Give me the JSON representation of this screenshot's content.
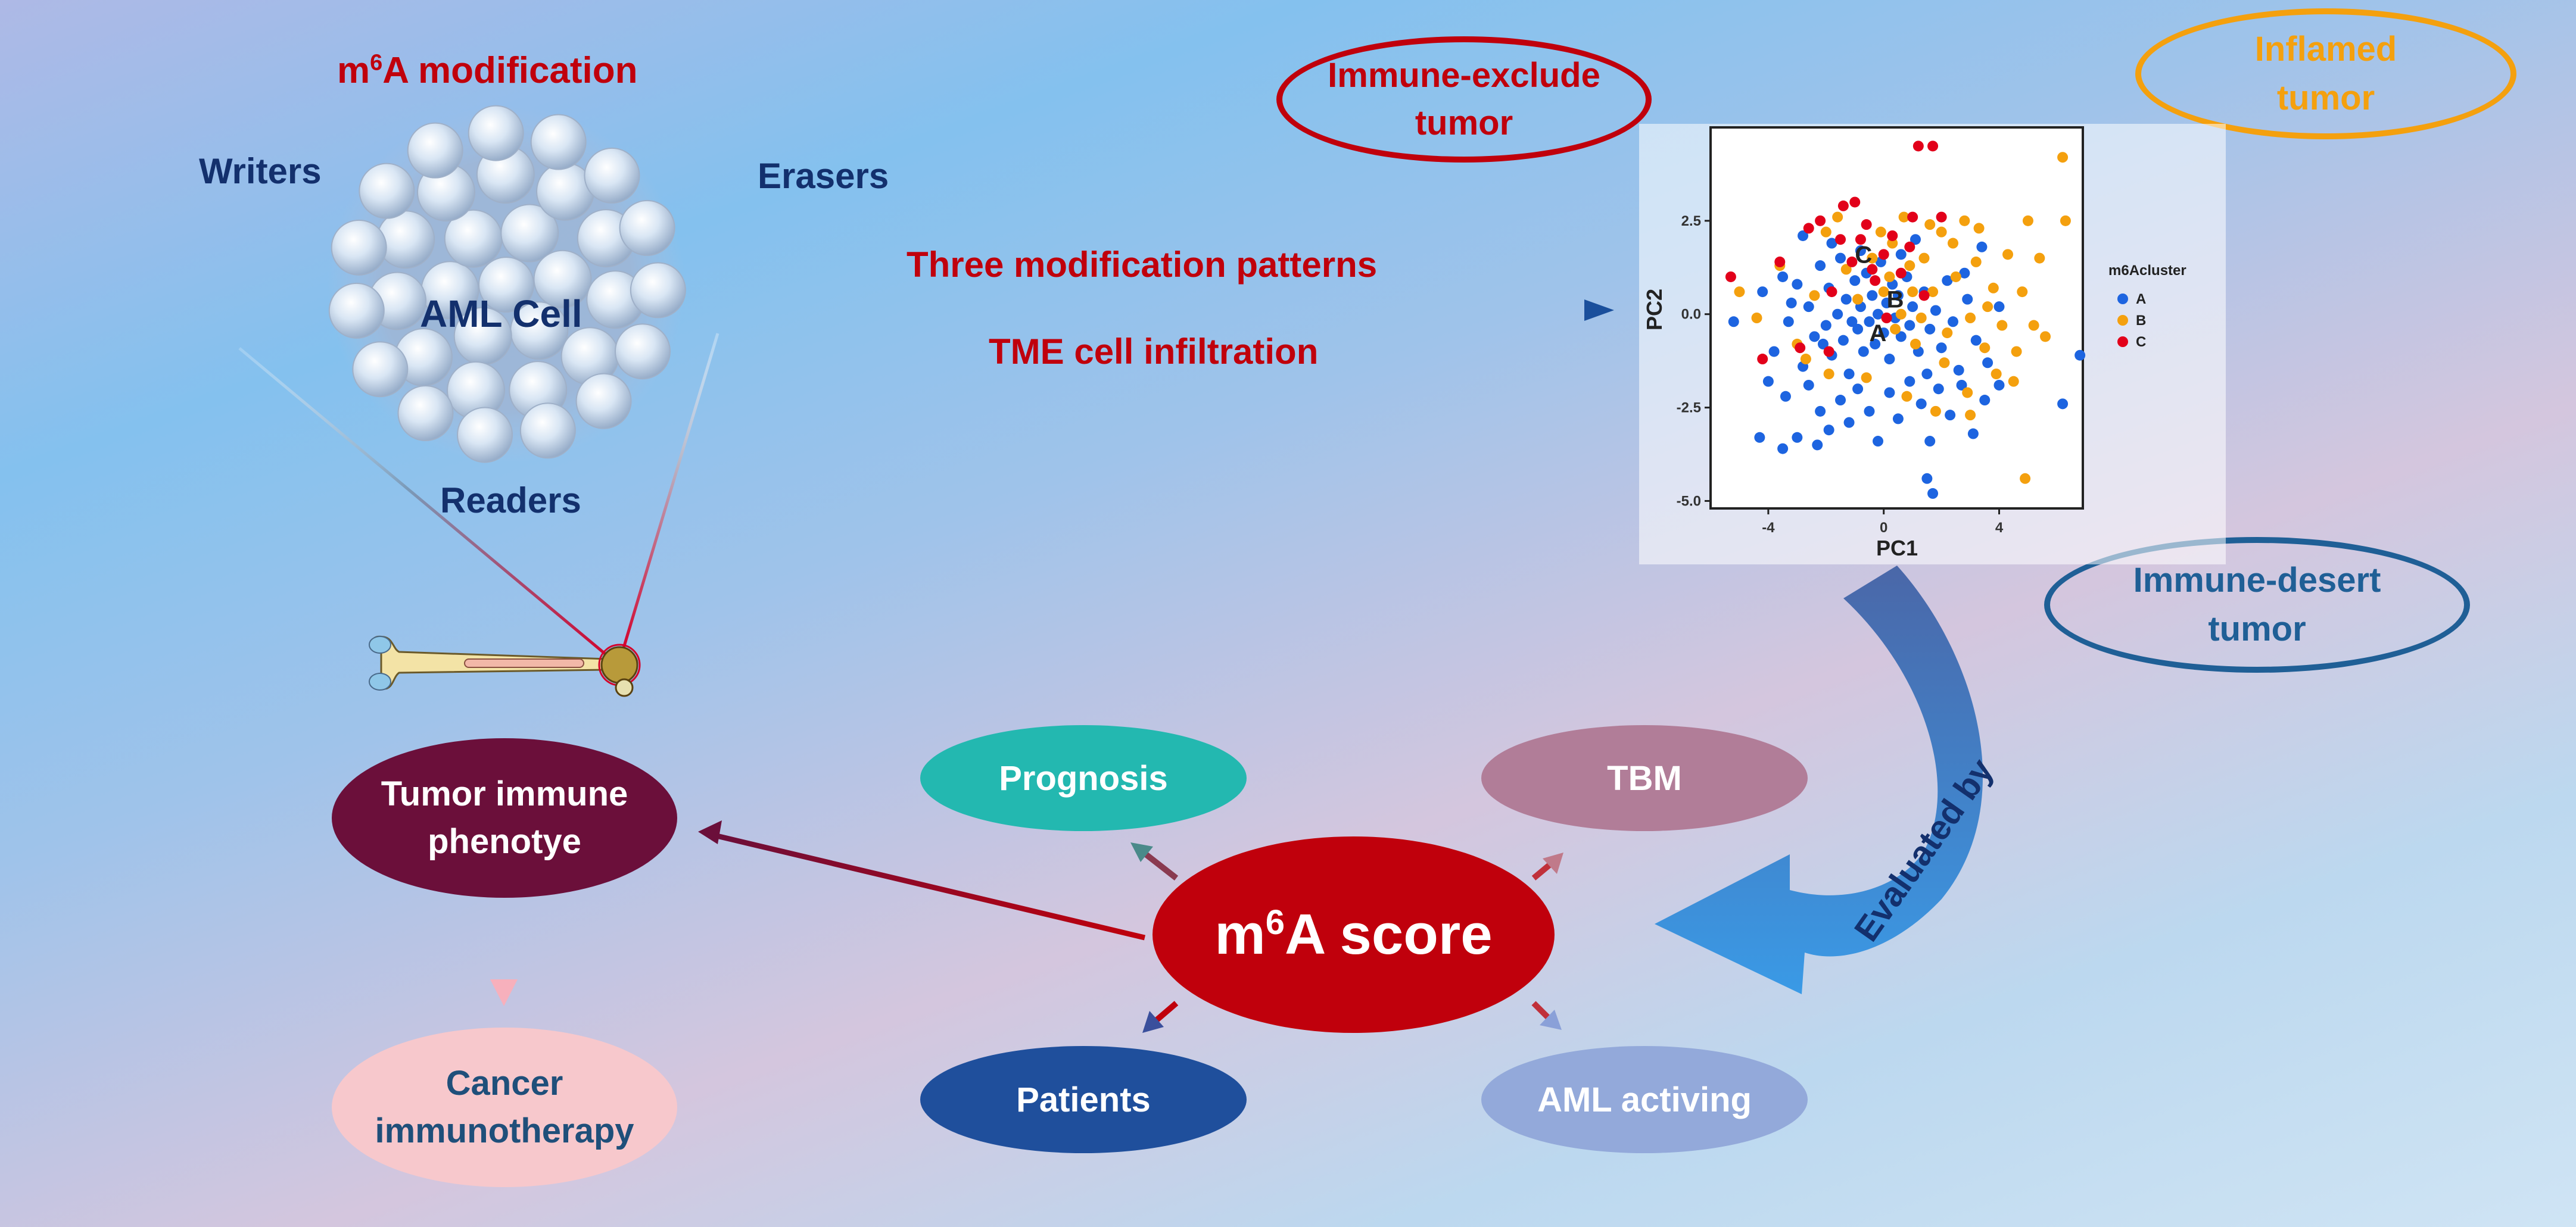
{
  "top_left": {
    "title_prefix": "m",
    "title_sup": "6",
    "title_suffix": "A modification",
    "writers": "Writers",
    "erasers": "Erasers",
    "readers": "Readers",
    "cell": "AML Cell"
  },
  "arrow_labels": {
    "upper": "Three modification patterns",
    "lower": "TME cell infiltration"
  },
  "phenotypes": {
    "immune_exclude": "Immune-exclude tumor",
    "inflamed": "Inflamed tumor",
    "immune_desert": "Immune-desert tumor"
  },
  "evaluated_by": "Evaluated by",
  "score": {
    "prefix": "m",
    "sup": "6",
    "suffix": "A score"
  },
  "nodes": {
    "tumor_immune": "Tumor immune phenotye",
    "cancer_immuno": "Cancer immunotherapy",
    "prognosis": "Prognosis",
    "tbm": "TBM",
    "patients": "Patients",
    "aml_activing": "AML activing"
  },
  "colors": {
    "red": "#c0000c",
    "navy": "#13306d",
    "orange": "#f4a00e",
    "blue_ring": "#1f5f96",
    "maroon": "#6b0f3a",
    "teal": "#23b8b0",
    "mauve": "#b17d98",
    "patients": "#1f4f9c",
    "aml": "#93a9da",
    "pink": "#f7c8cc"
  },
  "chart_data": {
    "type": "scatter",
    "xlabel": "PC1",
    "ylabel": "PC2",
    "xlim": [
      -6,
      6.9
    ],
    "ylim": [
      -5.2,
      5.0
    ],
    "xticks": [
      "-4",
      "0",
      "4"
    ],
    "yticks": [
      "2.5",
      "0.0",
      "-2.5",
      "-5.0"
    ],
    "legend_title": "m6Acluster",
    "legend_position": "right",
    "grid": false,
    "centroid_labels": [
      "A",
      "B",
      "C"
    ],
    "series": [
      {
        "name": "A",
        "color": "#1d64e0",
        "points": [
          [
            -5.2,
            -0.2
          ],
          [
            -4.2,
            0.6
          ],
          [
            -3.8,
            -1.0
          ],
          [
            -3.5,
            1.0
          ],
          [
            -3.3,
            -0.2
          ],
          [
            -3.0,
            0.8
          ],
          [
            -2.8,
            -1.4
          ],
          [
            -2.6,
            0.2
          ],
          [
            -2.4,
            -0.6
          ],
          [
            -2.2,
            1.3
          ],
          [
            -2.0,
            -0.3
          ],
          [
            -1.9,
            0.7
          ],
          [
            -1.8,
            -1.1
          ],
          [
            -1.6,
            0.0
          ],
          [
            -1.5,
            1.5
          ],
          [
            -1.4,
            -0.7
          ],
          [
            -1.3,
            0.4
          ],
          [
            -1.2,
            -1.6
          ],
          [
            -1.0,
            0.9
          ],
          [
            -0.9,
            -0.4
          ],
          [
            -0.8,
            0.2
          ],
          [
            -0.7,
            -1.0
          ],
          [
            -0.6,
            1.1
          ],
          [
            -0.5,
            -0.2
          ],
          [
            -0.4,
            0.5
          ],
          [
            -0.3,
            -0.8
          ],
          [
            -0.2,
            0.0
          ],
          [
            -0.1,
            1.4
          ],
          [
            0.0,
            -0.5
          ],
          [
            0.1,
            0.3
          ],
          [
            0.2,
            -1.2
          ],
          [
            0.3,
            0.8
          ],
          [
            0.4,
            -0.1
          ],
          [
            0.5,
            0.5
          ],
          [
            0.6,
            -0.6
          ],
          [
            0.8,
            1.0
          ],
          [
            0.9,
            -0.3
          ],
          [
            1.0,
            0.2
          ],
          [
            1.2,
            -1.0
          ],
          [
            1.4,
            0.6
          ],
          [
            1.6,
            -0.4
          ],
          [
            1.8,
            0.1
          ],
          [
            2.0,
            -0.9
          ],
          [
            2.2,
            0.9
          ],
          [
            2.4,
            -0.2
          ],
          [
            2.6,
            -1.5
          ],
          [
            2.9,
            0.4
          ],
          [
            3.2,
            -0.7
          ],
          [
            3.6,
            -1.3
          ],
          [
            4.0,
            0.2
          ],
          [
            -4.0,
            -1.8
          ],
          [
            -3.4,
            -2.2
          ],
          [
            -3.0,
            -3.3
          ],
          [
            -2.6,
            -1.9
          ],
          [
            -2.2,
            -2.6
          ],
          [
            -1.9,
            -3.1
          ],
          [
            -1.5,
            -2.3
          ],
          [
            -1.2,
            -2.9
          ],
          [
            -0.9,
            -2.0
          ],
          [
            -0.5,
            -2.6
          ],
          [
            -0.2,
            -3.4
          ],
          [
            0.2,
            -2.1
          ],
          [
            0.5,
            -2.8
          ],
          [
            0.9,
            -1.8
          ],
          [
            1.3,
            -2.4
          ],
          [
            1.6,
            -3.4
          ],
          [
            1.9,
            -2.0
          ],
          [
            2.3,
            -2.7
          ],
          [
            2.7,
            -1.9
          ],
          [
            3.1,
            -3.2
          ],
          [
            3.5,
            -2.3
          ],
          [
            4.0,
            -1.9
          ],
          [
            -4.3,
            -3.3
          ],
          [
            -3.5,
            -3.6
          ],
          [
            -2.3,
            -3.5
          ],
          [
            1.5,
            -4.4
          ],
          [
            1.7,
            -4.8
          ],
          [
            6.2,
            -2.4
          ],
          [
            6.8,
            -1.1
          ],
          [
            -2.8,
            2.1
          ],
          [
            -1.8,
            1.9
          ],
          [
            -0.8,
            1.7
          ],
          [
            0.6,
            1.6
          ],
          [
            1.1,
            2.0
          ],
          [
            2.8,
            1.1
          ],
          [
            3.4,
            1.8
          ],
          [
            -3.2,
            0.3
          ],
          [
            -2.1,
            -0.8
          ],
          [
            -1.1,
            -0.2
          ],
          [
            1.5,
            -1.6
          ]
        ]
      },
      {
        "name": "B",
        "color": "#f4a00e",
        "points": [
          [
            -5.0,
            0.6
          ],
          [
            -4.4,
            -0.1
          ],
          [
            -3.6,
            1.3
          ],
          [
            -3.0,
            -0.8
          ],
          [
            -2.4,
            0.5
          ],
          [
            -1.9,
            -1.6
          ],
          [
            -1.3,
            1.2
          ],
          [
            -0.9,
            0.4
          ],
          [
            -0.4,
            1.5
          ],
          [
            0.0,
            0.6
          ],
          [
            0.3,
            1.9
          ],
          [
            0.6,
            0.0
          ],
          [
            0.9,
            1.3
          ],
          [
            1.1,
            -0.8
          ],
          [
            1.4,
            1.5
          ],
          [
            1.7,
            0.6
          ],
          [
            2.0,
            2.2
          ],
          [
            2.2,
            -0.5
          ],
          [
            2.5,
            1.0
          ],
          [
            2.8,
            2.5
          ],
          [
            3.0,
            -0.1
          ],
          [
            3.2,
            1.4
          ],
          [
            3.5,
            -0.9
          ],
          [
            3.8,
            0.7
          ],
          [
            4.1,
            -0.3
          ],
          [
            4.3,
            1.6
          ],
          [
            4.6,
            -1.0
          ],
          [
            5.0,
            2.5
          ],
          [
            5.4,
            1.5
          ],
          [
            -0.1,
            2.2
          ],
          [
            0.4,
            -0.4
          ],
          [
            1.0,
            0.6
          ],
          [
            1.6,
            2.4
          ],
          [
            2.4,
            1.9
          ],
          [
            3.3,
            2.3
          ],
          [
            3.9,
            -1.6
          ],
          [
            4.5,
            -1.8
          ],
          [
            5.2,
            -0.3
          ],
          [
            5.6,
            -0.6
          ],
          [
            6.3,
            2.5
          ],
          [
            6.2,
            4.2
          ],
          [
            4.9,
            -4.4
          ],
          [
            -2.7,
            -1.2
          ],
          [
            -1.6,
            2.6
          ],
          [
            0.7,
            2.6
          ],
          [
            2.1,
            -1.3
          ],
          [
            2.9,
            -2.1
          ],
          [
            3.6,
            0.2
          ],
          [
            1.3,
            -0.1
          ],
          [
            0.2,
            1.0
          ],
          [
            -0.6,
            -1.7
          ],
          [
            -2.0,
            2.2
          ],
          [
            4.8,
            0.6
          ],
          [
            3.0,
            -2.7
          ],
          [
            1.8,
            -2.6
          ],
          [
            0.8,
            -2.2
          ]
        ]
      },
      {
        "name": "C",
        "color": "#e2001a",
        "points": [
          [
            -5.3,
            1.0
          ],
          [
            -3.6,
            1.4
          ],
          [
            -2.9,
            -0.9
          ],
          [
            -2.2,
            2.5
          ],
          [
            -1.8,
            0.6
          ],
          [
            -1.4,
            2.9
          ],
          [
            -1.1,
            1.4
          ],
          [
            -0.8,
            2.0
          ],
          [
            -0.6,
            2.4
          ],
          [
            -0.3,
            0.9
          ],
          [
            0.0,
            1.6
          ],
          [
            0.3,
            2.1
          ],
          [
            0.6,
            1.1
          ],
          [
            1.0,
            2.6
          ],
          [
            1.4,
            0.5
          ],
          [
            2.0,
            2.6
          ],
          [
            -4.2,
            -1.2
          ],
          [
            -1.5,
            2.0
          ],
          [
            1.2,
            4.5
          ],
          [
            1.7,
            4.5
          ],
          [
            -1.0,
            3.0
          ],
          [
            -0.4,
            1.2
          ],
          [
            0.9,
            1.8
          ],
          [
            -2.6,
            2.3
          ],
          [
            -1.9,
            -1.0
          ],
          [
            0.1,
            -0.1
          ]
        ]
      }
    ]
  }
}
